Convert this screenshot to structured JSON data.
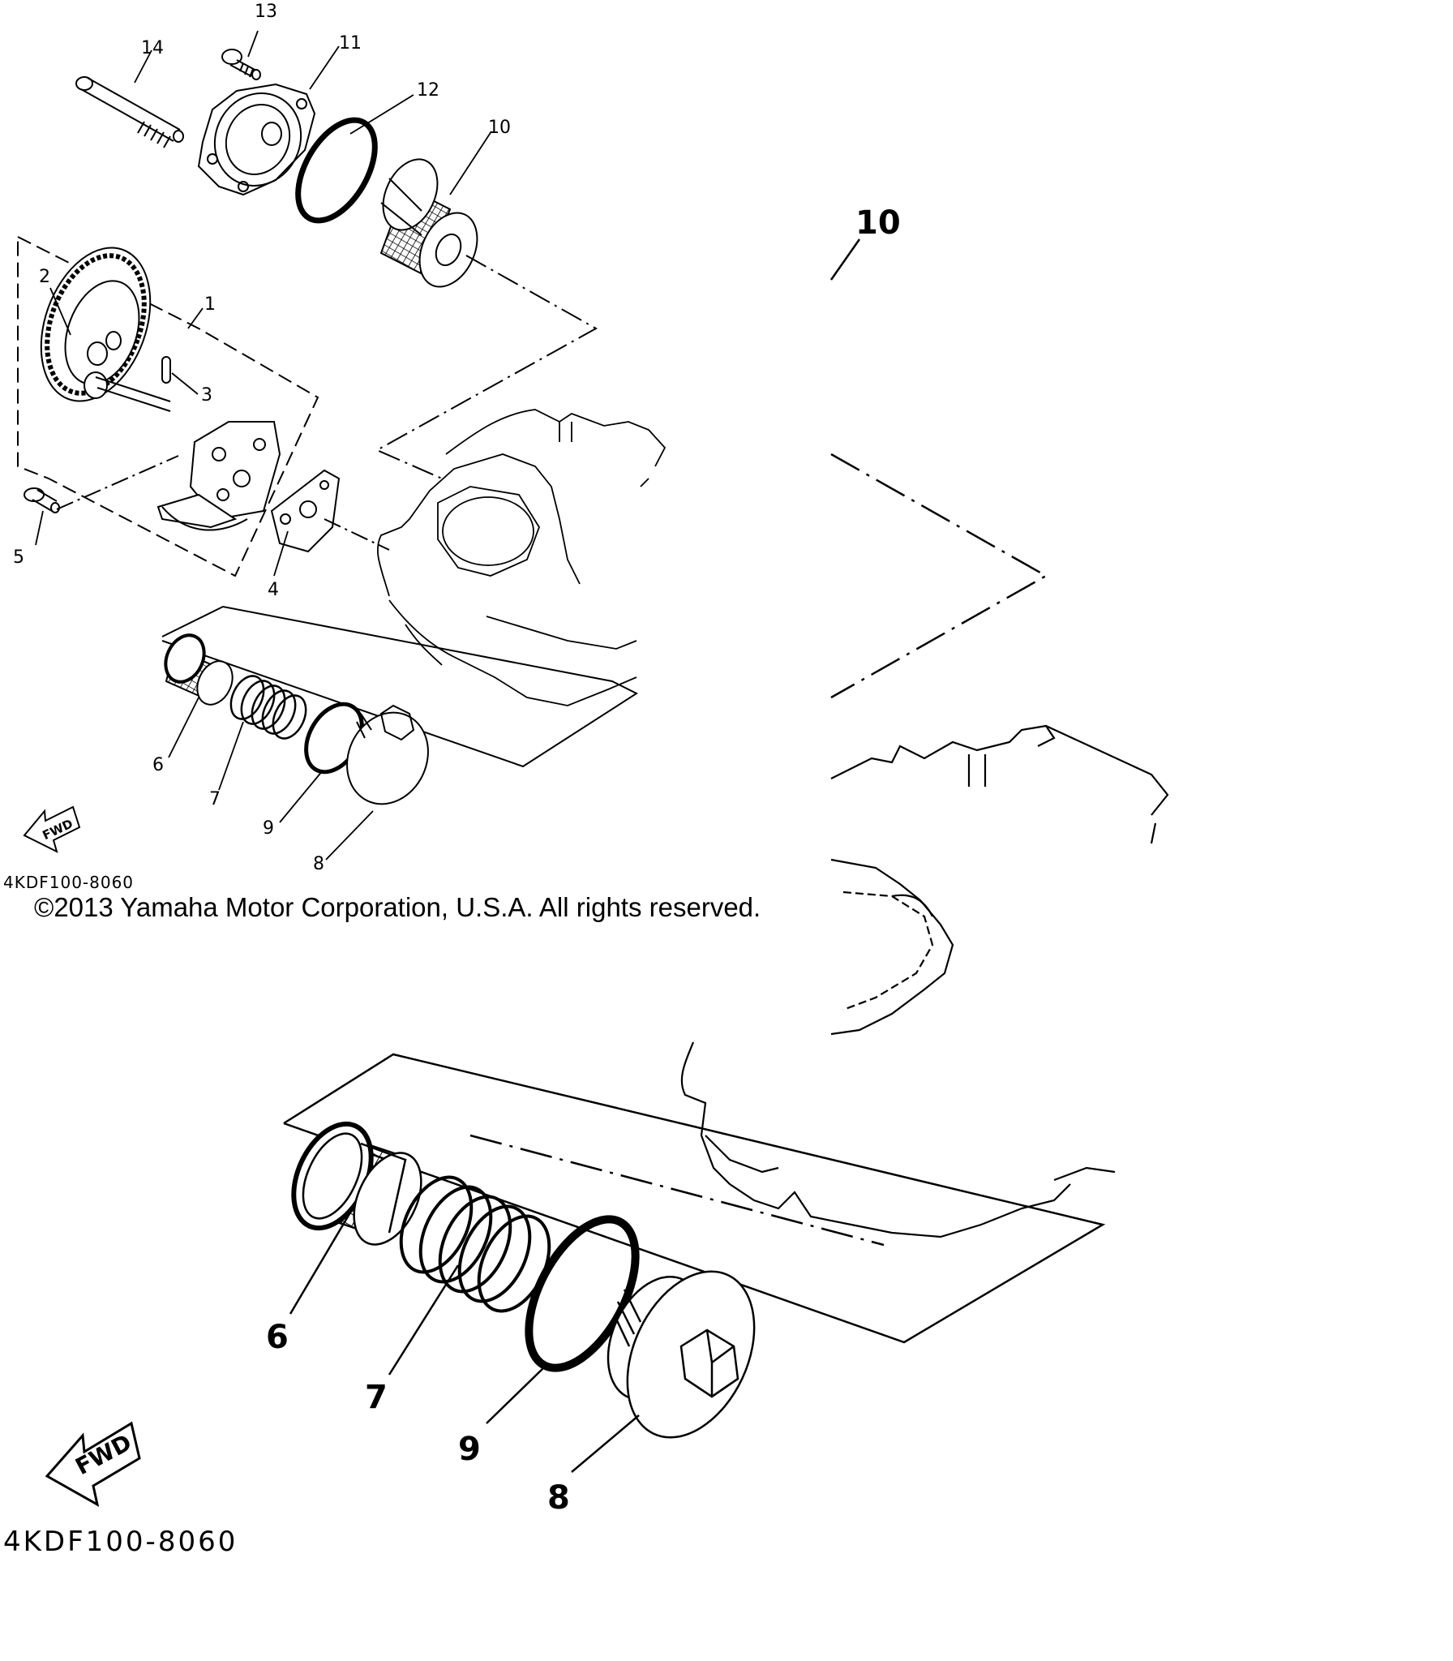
{
  "diagram": {
    "part_number_code": "4KDF100-8060",
    "copyright": "©2013 Yamaha Motor Corporation, U.S.A. All rights reserved.",
    "direction_label": "FWD",
    "line_color": "#000000",
    "background": "#ffffff",
    "overview_callouts": [
      "1",
      "2",
      "3",
      "4",
      "5",
      "6",
      "7",
      "8",
      "9",
      "10",
      "11",
      "12",
      "13",
      "14"
    ],
    "detail_callouts": [
      "6",
      "7",
      "8",
      "9",
      "10"
    ]
  }
}
